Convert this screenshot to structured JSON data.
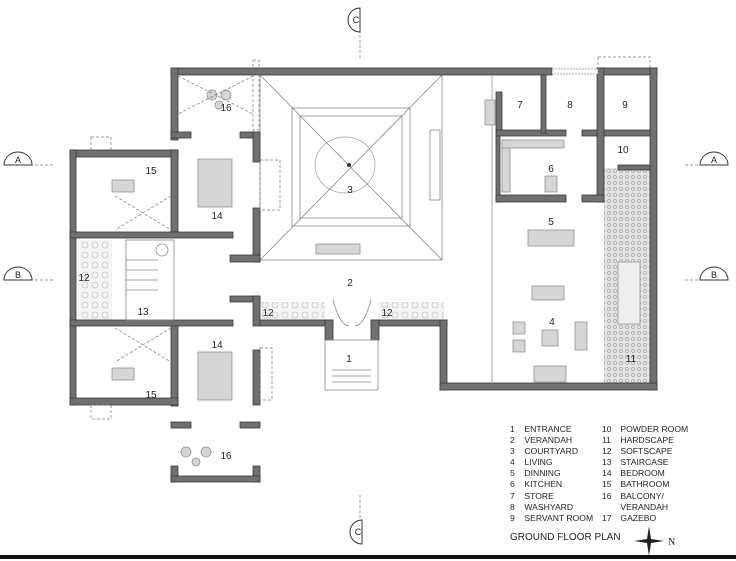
{
  "plan": {
    "title": "GROUND FLOOR PLAN",
    "north_label": "N",
    "section_markers": {
      "a": "A",
      "b": "B",
      "c": "C"
    },
    "room_labels": {
      "entrance": "1",
      "verandah": "2",
      "courtyard": "3",
      "living": "4",
      "dinning": "5",
      "kitchen": "6",
      "store": "7",
      "washyard": "8",
      "servant": "9",
      "powder": "10",
      "hardscape": "11",
      "softscape": "12",
      "staircase": "13",
      "bedroom": "14",
      "bathroom": "15",
      "balcony": "16"
    }
  },
  "legend": [
    {
      "num": "1",
      "label": "ENTRANCE"
    },
    {
      "num": "2",
      "label": "VERANDAH"
    },
    {
      "num": "3",
      "label": "COURTYARD"
    },
    {
      "num": "4",
      "label": "LIVING"
    },
    {
      "num": "5",
      "label": "DINNING"
    },
    {
      "num": "6",
      "label": "KITCHEN"
    },
    {
      "num": "7",
      "label": "STORE"
    },
    {
      "num": "8",
      "label": "WASHYARD"
    },
    {
      "num": "9",
      "label": "SERVANT ROOM"
    },
    {
      "num": "10",
      "label": "POWDER ROOM"
    },
    {
      "num": "11",
      "label": "HARDSCAPE"
    },
    {
      "num": "12",
      "label": "SOFTSCAPE"
    },
    {
      "num": "13",
      "label": "STAIRCASE"
    },
    {
      "num": "14",
      "label": "BEDROOM"
    },
    {
      "num": "15",
      "label": "BATHROOM"
    },
    {
      "num": "16",
      "label": "BALCONY/"
    },
    {
      "num": "",
      "label": "VERANDAH"
    },
    {
      "num": "17",
      "label": "GAZEBO"
    }
  ]
}
